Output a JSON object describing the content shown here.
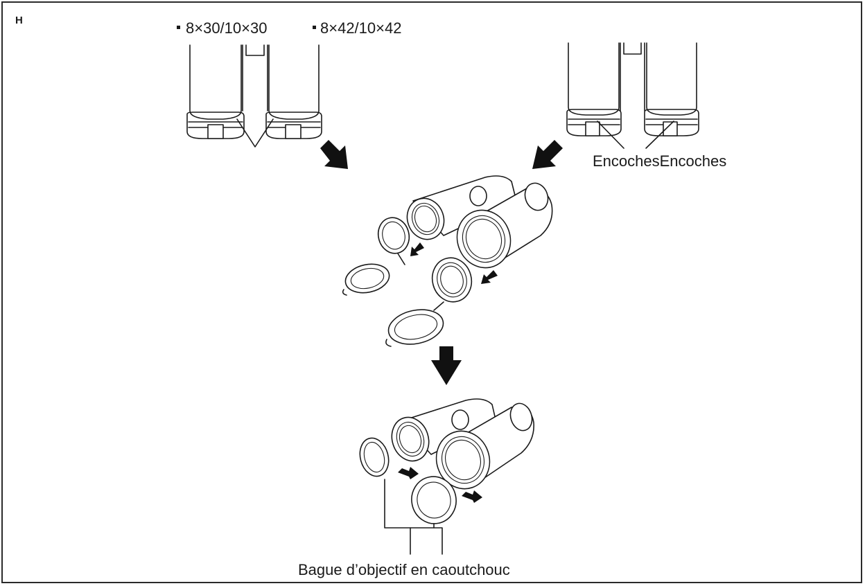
{
  "figure": {
    "panel_label": "H",
    "model_labels": [
      "8×30/10×30",
      "8×42/10×42"
    ],
    "notches_label": "EncochesEncoches",
    "ring_label": "Bague d’objectif en caoutchouc"
  }
}
